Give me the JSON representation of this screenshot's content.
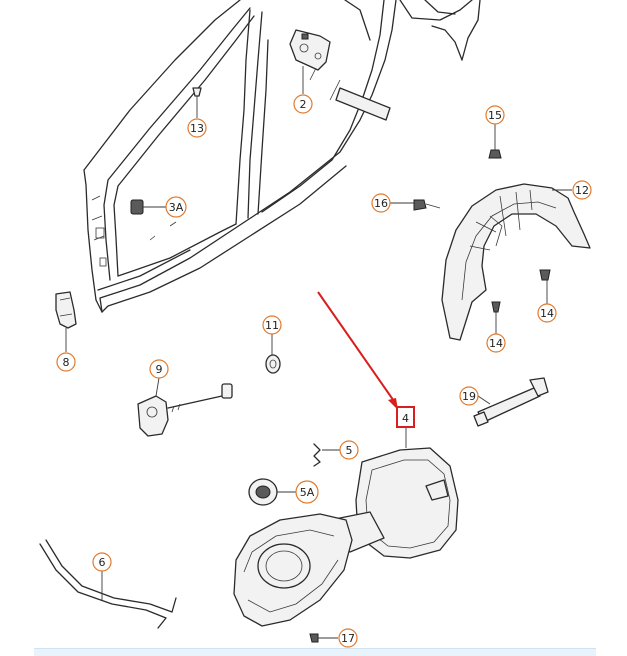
{
  "callouts": [
    {
      "id": "2",
      "label": "2"
    },
    {
      "id": "13",
      "label": "13"
    },
    {
      "id": "15",
      "label": "15"
    },
    {
      "id": "16",
      "label": "16"
    },
    {
      "id": "12",
      "label": "12"
    },
    {
      "id": "3A",
      "label": "3A"
    },
    {
      "id": "8",
      "label": "8"
    },
    {
      "id": "11",
      "label": "11"
    },
    {
      "id": "14a",
      "label": "14"
    },
    {
      "id": "14b",
      "label": "14"
    },
    {
      "id": "9",
      "label": "9"
    },
    {
      "id": "19",
      "label": "19"
    },
    {
      "id": "4",
      "label": "4"
    },
    {
      "id": "5",
      "label": "5"
    },
    {
      "id": "5A",
      "label": "5A"
    },
    {
      "id": "6",
      "label": "6"
    },
    {
      "id": "17",
      "label": "17"
    }
  ],
  "highlight": {
    "target": "4",
    "color": "#d81e1e"
  },
  "accent_color": "#e07a2e"
}
